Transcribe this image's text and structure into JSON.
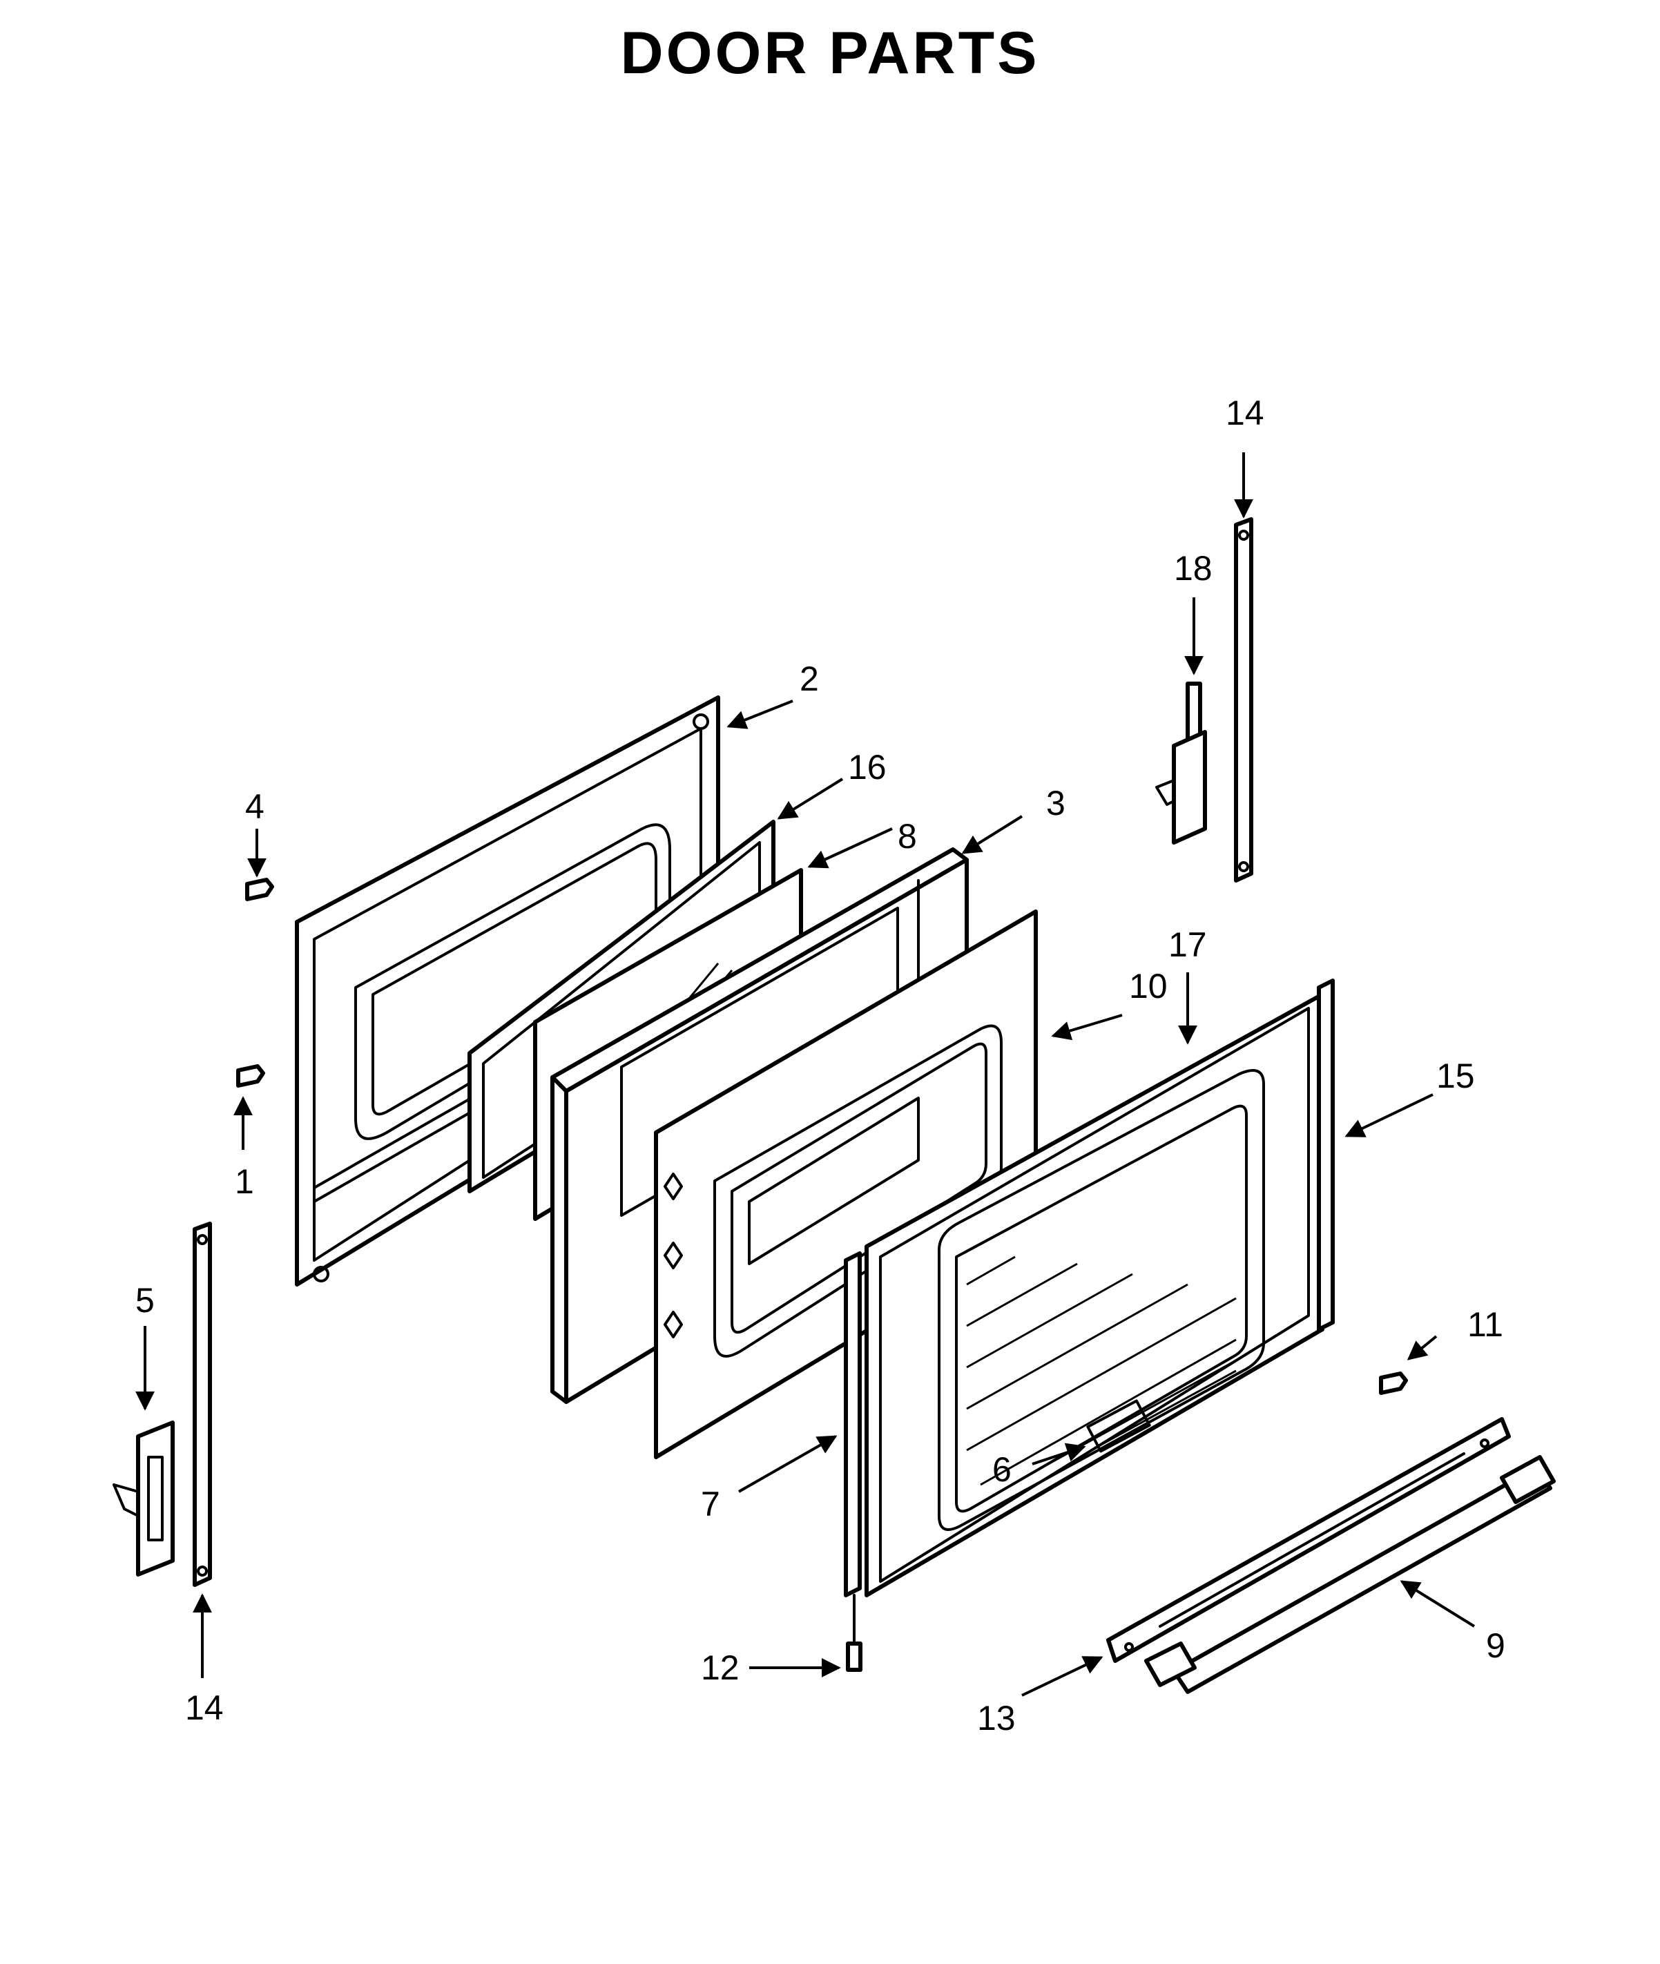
{
  "title": "DOOR PARTS",
  "callouts": [
    {
      "id": "c-2",
      "label": "2"
    },
    {
      "id": "c-16",
      "label": "16"
    },
    {
      "id": "c-3",
      "label": "3"
    },
    {
      "id": "c-8",
      "label": "8"
    },
    {
      "id": "c-4",
      "label": "4"
    },
    {
      "id": "c-1",
      "label": "1"
    },
    {
      "id": "c-14-top",
      "label": "14"
    },
    {
      "id": "c-18",
      "label": "18"
    },
    {
      "id": "c-17",
      "label": "17"
    },
    {
      "id": "c-10",
      "label": "10"
    },
    {
      "id": "c-15",
      "label": "15"
    },
    {
      "id": "c-5",
      "label": "5"
    },
    {
      "id": "c-14-bottom",
      "label": "14"
    },
    {
      "id": "c-11",
      "label": "11"
    },
    {
      "id": "c-7",
      "label": "7"
    },
    {
      "id": "c-6",
      "label": "6"
    },
    {
      "id": "c-9",
      "label": "9"
    },
    {
      "id": "c-12",
      "label": "12"
    },
    {
      "id": "c-13",
      "label": "13"
    }
  ]
}
